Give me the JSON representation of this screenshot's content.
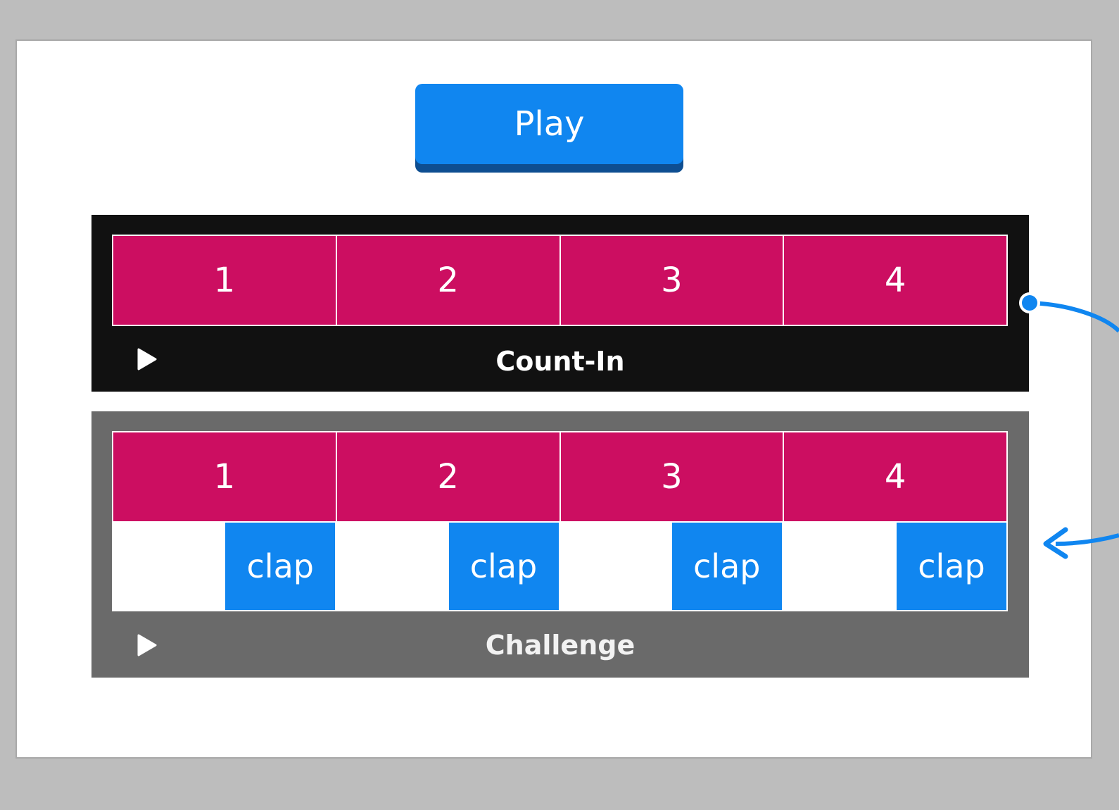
{
  "play_button": {
    "label": "Play"
  },
  "count_in": {
    "label": "Count-In",
    "beats": [
      "1",
      "2",
      "3",
      "4"
    ]
  },
  "challenge": {
    "label": "Challenge",
    "beats": [
      "1",
      "2",
      "3",
      "4"
    ],
    "claps": [
      "clap",
      "clap",
      "clap",
      "clap"
    ]
  },
  "colors": {
    "accent": "#1086f0",
    "beat": "#cc0e61",
    "count_in_bg": "#111111",
    "challenge_bg": "#6a6a6a"
  },
  "icons": {
    "section_play": "play-triangle-icon",
    "link": "connector-arrow"
  }
}
